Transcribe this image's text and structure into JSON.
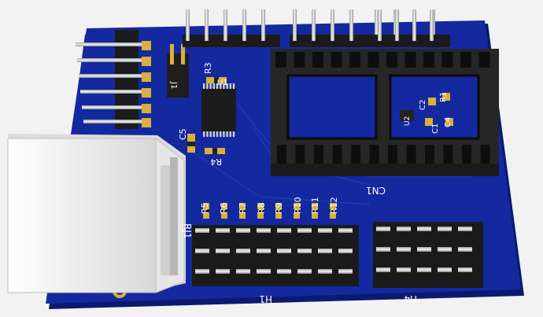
{
  "colors": {
    "background": "#f2f2f2",
    "board": "#1428a0",
    "board_edge": "#0b1a6e",
    "silkscreen": "#ffffff",
    "socket": "#2a2a2a",
    "pin_gold": "#d9b03a",
    "pin_silver": "#cfcfcf",
    "jack_body": "#f6f6f6"
  },
  "silkscreen_labels": {
    "r3": "R3",
    "u1": "U1",
    "j1": "J1",
    "c5": "C5",
    "r4": "R4",
    "r5": "R5",
    "r6": "R6",
    "r7": "R7",
    "r8": "R8",
    "r9": "R9",
    "r10": "R10",
    "r11": "R11",
    "r12": "R12",
    "rj1": "RJ1",
    "cn1": "CN1",
    "h1": "H1",
    "h4": "H4",
    "c1": "C1",
    "c2": "C2",
    "c4": "C4",
    "r1": "R1",
    "u2": "U2"
  }
}
